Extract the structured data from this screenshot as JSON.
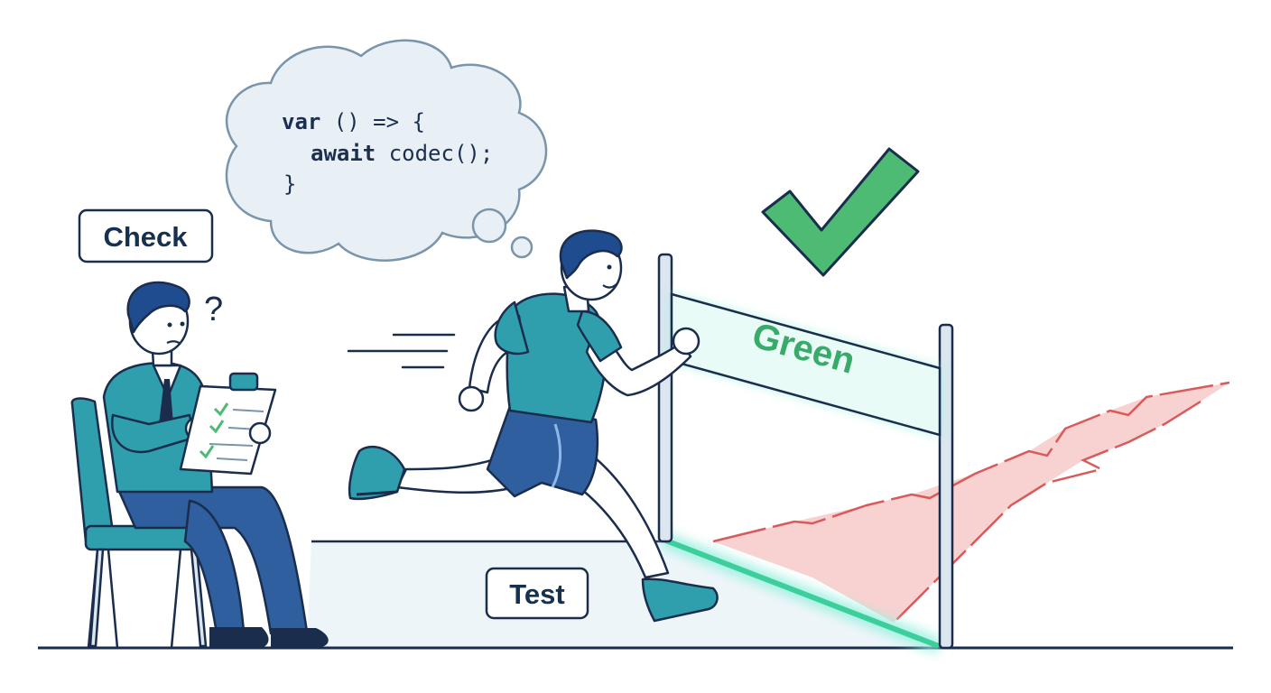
{
  "thought_bubble": {
    "code_lines": [
      {
        "keyword": "var",
        "rest": " () => {"
      },
      {
        "keyword": "await",
        "rest": " codec();"
      },
      {
        "keyword": "",
        "rest": "}"
      }
    ]
  },
  "labels": {
    "check": "Check",
    "test": "Test",
    "finish_banner": "Green"
  },
  "marks": {
    "question": "?"
  },
  "colors": {
    "ink": "#1b2d4c",
    "teal": "#2f9fae",
    "blue": "#2f5f9f",
    "green": "#4dbb73",
    "red_fill": "#f7c9c9",
    "red_line": "#d85a5a",
    "glow": "#9cf0e0"
  },
  "icons": {
    "check": "checkmark-icon",
    "thought": "thought-bubble-icon",
    "speed": "speed-lines-icon"
  }
}
